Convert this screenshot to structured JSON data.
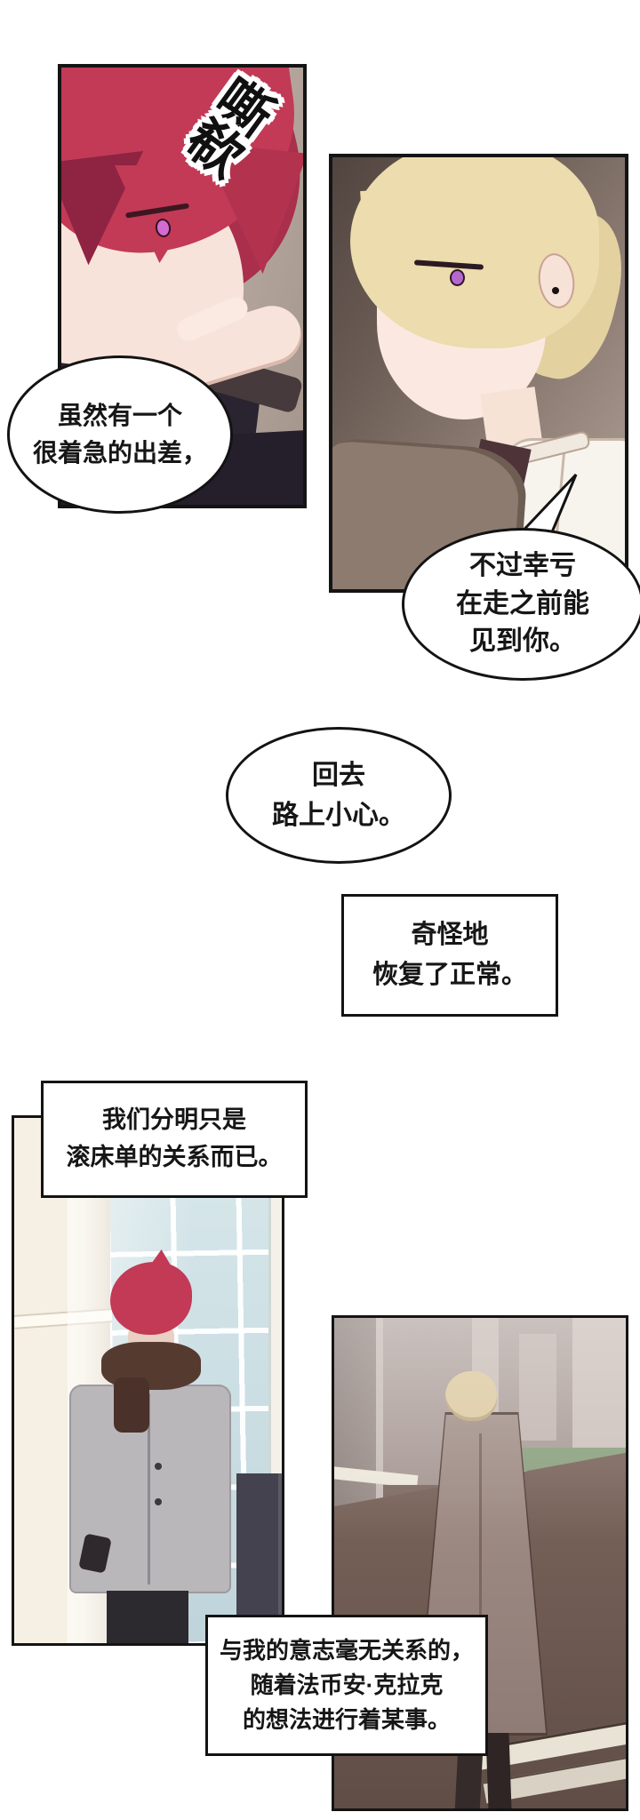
{
  "page": {
    "background": "#ffffff",
    "type": "manhwa-comic-page"
  },
  "sfx": {
    "text": "嘶欷",
    "chars": [
      "嘶",
      "欷"
    ]
  },
  "bubbles": {
    "bubble1": {
      "speaker": "redhead",
      "lines": [
        "虽然有一个",
        "很着急的出差，"
      ]
    },
    "bubble2": {
      "speaker": "blonde",
      "lines": [
        "不过幸亏",
        "在走之前能",
        "见到你。"
      ]
    },
    "bubble3": {
      "speaker": "blonde",
      "lines": [
        "回去",
        "路上小心。"
      ]
    }
  },
  "captions": {
    "caption1": {
      "lines": [
        "奇怪地",
        "恢复了正常。"
      ]
    },
    "caption2": {
      "lines": [
        "我们分明只是",
        "滚床单的关系而已。"
      ]
    },
    "caption3": {
      "lines": [
        "与我的意志毫无关系的，",
        "随着法币安·克拉克",
        "的想法进行着某事。"
      ]
    }
  },
  "panels": {
    "p1": {
      "alt": "红发男子侧脸特写，手指抵唇，深色外套"
    },
    "p2": {
      "alt": "金发男子低头侧脸特写，白衬衫与棕色外套"
    },
    "p3": {
      "alt": "红发男子围深色围巾穿灰色大衣站在窗边"
    },
    "p4": {
      "alt": "金发男子穿长大衣的背影，走向大厅深处"
    }
  },
  "colors": {
    "panel_border": "#141414",
    "bubble_border": "#131313",
    "text": "#161616",
    "red_hair": "#c23a56",
    "blonde_hair": "#ecdcae",
    "eye_violet": "#b468cf",
    "eye_magenta": "#d36bd0",
    "coat_dark": "#2a2431",
    "coat_gray": "#bab7ba",
    "coat_mauve": "#9c8a84",
    "window_blue": "#cfe2e6",
    "wall_cream": "#f6f0e4"
  }
}
